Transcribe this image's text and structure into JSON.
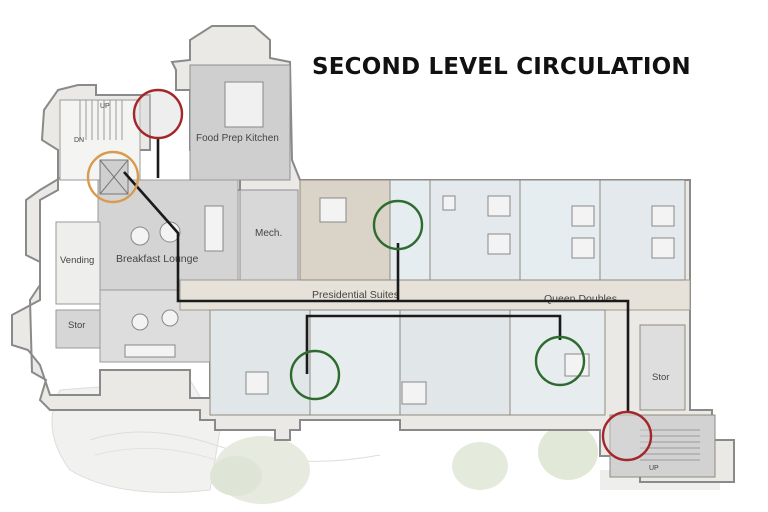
{
  "title": "SECOND LEVEL CIRCULATION",
  "rooms": {
    "food_prep_kitchen": "Food Prep Kitchen",
    "breakfast_lounge": "Breakfast Lounge",
    "vending": "Vending",
    "mech": "Mech.",
    "stor_left": "Stor",
    "stor_right": "Stor",
    "presidential_suites": "Presidential Suites",
    "queen_doubles": "Queen Doubles"
  },
  "stairs": {
    "top_left_up": "UP",
    "top_left_dn": "DN",
    "bottom_right_up": "UP"
  },
  "legend_colors": {
    "stair": "#a3262b",
    "elevator": "#d99a4e",
    "room_node": "#2e6b2e",
    "path": "#1a1a1a"
  }
}
